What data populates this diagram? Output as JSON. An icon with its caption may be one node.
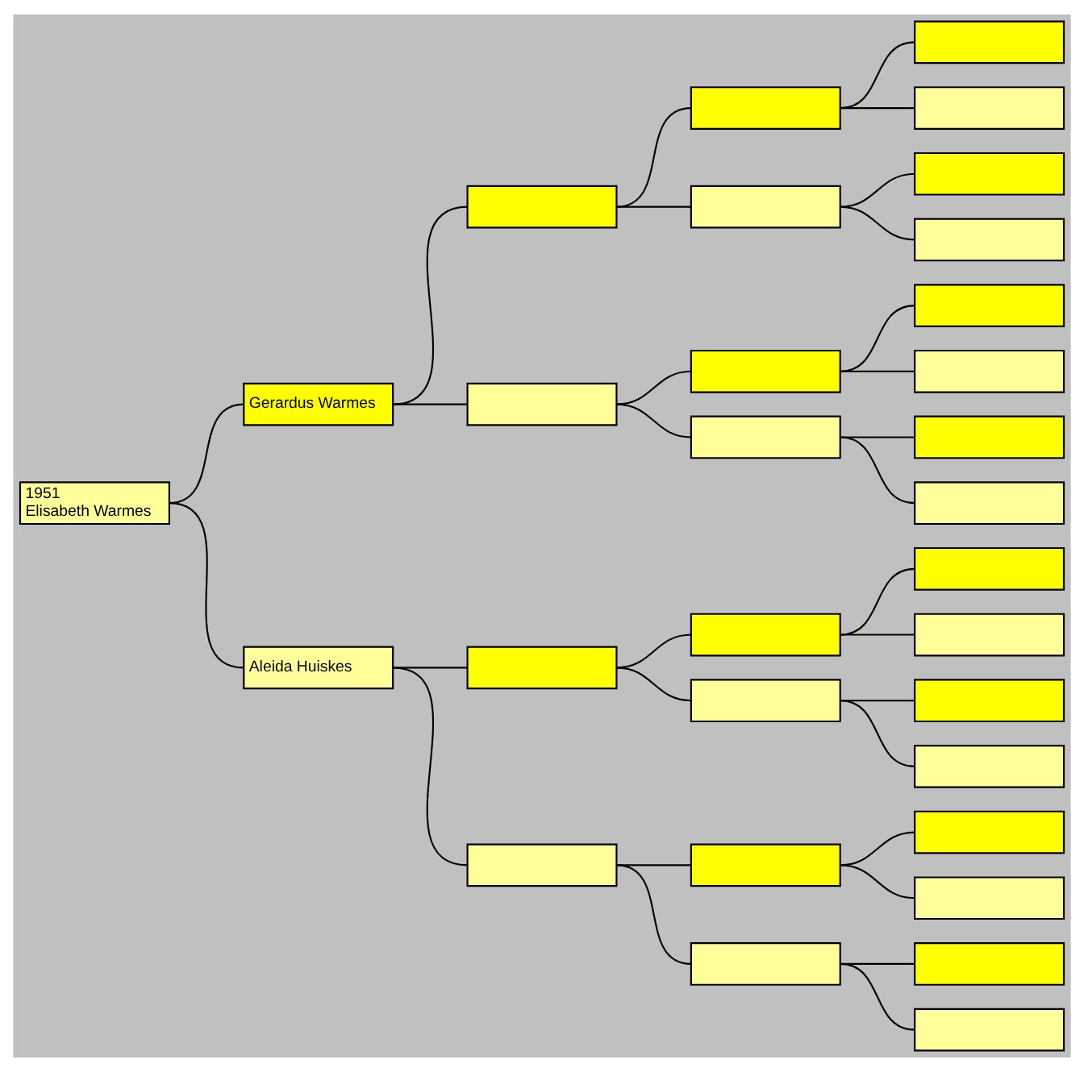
{
  "diagram": {
    "nodes": [
      {
        "text": [
          "1951",
          "Elisabeth Warmes"
        ]
      },
      {
        "text": [
          "Gerardus Warmes"
        ]
      },
      {
        "text": [
          "Aleida Huiskes"
        ]
      },
      {
        "text": [],
        "shape": "box"
      },
      {
        "text": [],
        "shape": "box"
      },
      {
        "text": [],
        "shape": "box"
      },
      {
        "text": [],
        "shape": "box"
      },
      {
        "text": [],
        "shape": "box"
      },
      {
        "text": [],
        "shape": "box"
      },
      {
        "text": [],
        "shape": "box"
      },
      {
        "text": [],
        "shape": "box"
      },
      {
        "text": [],
        "shape": "box"
      },
      {
        "text": [],
        "shape": "box"
      },
      {
        "text": [],
        "shape": "box"
      },
      {
        "text": [],
        "shape": "box"
      },
      {
        "text": [],
        "shape": "box"
      },
      {
        "text": [],
        "shape": "box"
      },
      {
        "text": [],
        "shape": "box"
      },
      {
        "text": [],
        "shape": "box"
      },
      {
        "text": [],
        "shape": "box"
      },
      {
        "text": [],
        "shape": "box"
      },
      {
        "text": [],
        "shape": "box"
      },
      {
        "text": [],
        "shape": "box"
      },
      {
        "text": [],
        "shape": "box"
      },
      {
        "text": [],
        "shape": "box"
      },
      {
        "text": [],
        "shape": "box"
      },
      {
        "text": [],
        "shape": "box"
      },
      {
        "text": [],
        "shape": "box"
      },
      {
        "text": [],
        "shape": "box"
      },
      {
        "text": [],
        "shape": "box"
      },
      {
        "text": [],
        "shape": "box"
      }
    ],
    "edges": [
      {
        "from": 0,
        "to": 1,
        "arrow": "none"
      },
      {
        "from": 0,
        "to": 2,
        "arrow": "none"
      },
      {
        "from": 1,
        "to": 3,
        "arrow": "none"
      },
      {
        "from": 1,
        "to": 4,
        "arrow": "none"
      },
      {
        "from": 2,
        "to": 5,
        "arrow": "none"
      },
      {
        "from": 2,
        "to": 6,
        "arrow": "none"
      },
      {
        "from": 3,
        "to": 7,
        "arrow": "none"
      },
      {
        "from": 3,
        "to": 8,
        "arrow": "none"
      },
      {
        "from": 4,
        "to": 9,
        "arrow": "none"
      },
      {
        "from": 4,
        "to": 10,
        "arrow": "none"
      },
      {
        "from": 5,
        "to": 11,
        "arrow": "none"
      },
      {
        "from": 5,
        "to": 12,
        "arrow": "none"
      },
      {
        "from": 6,
        "to": 13,
        "arrow": "none"
      },
      {
        "from": 6,
        "to": 14,
        "arrow": "none"
      },
      {
        "from": 7,
        "to": 15,
        "arrow": "none"
      },
      {
        "from": 7,
        "to": 16,
        "arrow": "none"
      },
      {
        "from": 8,
        "to": 17,
        "arrow": "none"
      },
      {
        "from": 8,
        "to": 18,
        "arrow": "none"
      },
      {
        "from": 9,
        "to": 19,
        "arrow": "none"
      },
      {
        "from": 9,
        "to": 20,
        "arrow": "none"
      },
      {
        "from": 10,
        "to": 21,
        "arrow": "none"
      },
      {
        "from": 10,
        "to": 22,
        "arrow": "none"
      },
      {
        "from": 11,
        "to": 23,
        "arrow": "none"
      },
      {
        "from": 11,
        "to": 24,
        "arrow": "none"
      },
      {
        "from": 12,
        "to": 25,
        "arrow": "none"
      },
      {
        "from": 12,
        "to": 26,
        "arrow": "none"
      },
      {
        "from": 13,
        "to": 27,
        "arrow": "none"
      },
      {
        "from": 13,
        "to": 28,
        "arrow": "none"
      },
      {
        "from": 14,
        "to": 29,
        "arrow": "none"
      },
      {
        "from": 14,
        "to": 30,
        "arrow": "none"
      }
    ]
  }
}
